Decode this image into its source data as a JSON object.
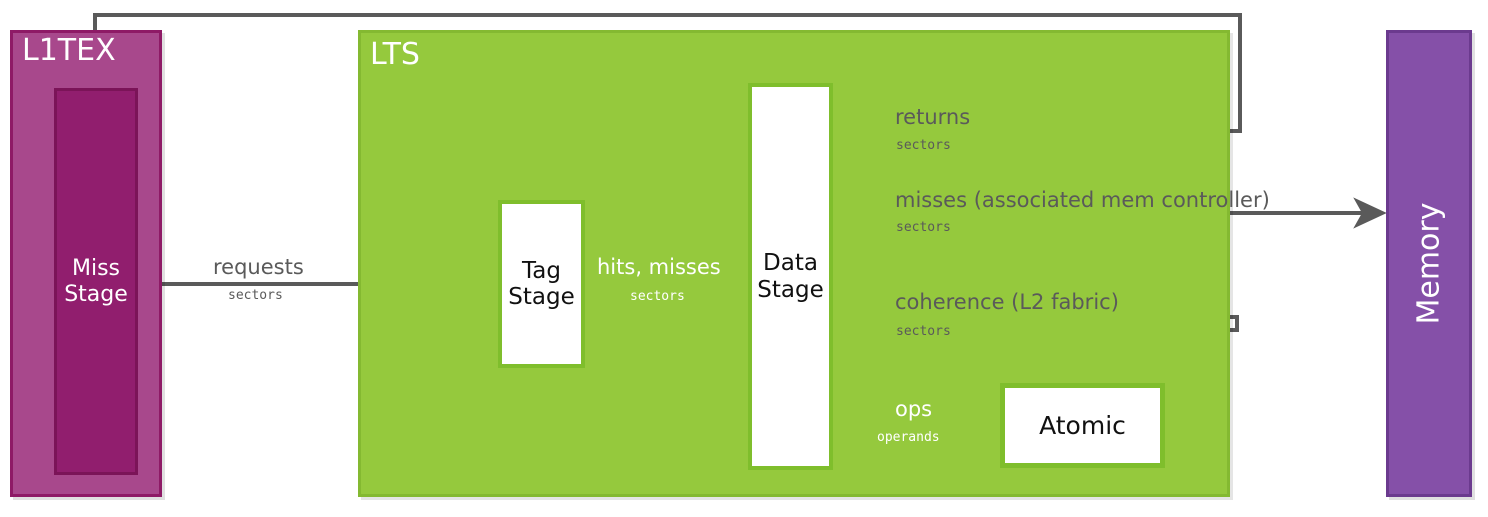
{
  "diagram": {
    "title": "L1TEX / LTS (L2) / Memory data path",
    "colors": {
      "l1tex_fill": "#A8488C",
      "l1tex_border": "#8E1A66",
      "miss_stage_fill": "#911E6E",
      "lts_fill": "#95C93D",
      "lts_border": "#84B931",
      "unit_box_border": "#7FBE2C",
      "memory_fill": "#8550A8",
      "memory_border": "#6B3A8E",
      "arrow_grey": "#5A5A5A",
      "arrow_white": "#FFFFFF",
      "background": "#FFFFFF"
    }
  },
  "blocks": {
    "l1tex": {
      "label": "L1TEX"
    },
    "miss_stage": {
      "label": "Miss\nStage"
    },
    "lts": {
      "label": "LTS"
    },
    "tag_stage": {
      "label": "Tag\nStage"
    },
    "data_stage": {
      "label": "Data\nStage"
    },
    "atomic": {
      "label": "Atomic"
    },
    "memory": {
      "label": "Memory"
    }
  },
  "edges": {
    "requests": {
      "label": "requests",
      "unit": "sectors"
    },
    "hits_misses": {
      "label": "hits, misses",
      "unit": "sectors"
    },
    "returns": {
      "label": "returns",
      "unit": "sectors"
    },
    "misses": {
      "label": "misses (associated mem controller)",
      "unit": "sectors"
    },
    "coherence": {
      "label": "coherence (L2 fabric)",
      "unit": "sectors"
    },
    "ops": {
      "label": "ops",
      "unit": "operands"
    }
  }
}
